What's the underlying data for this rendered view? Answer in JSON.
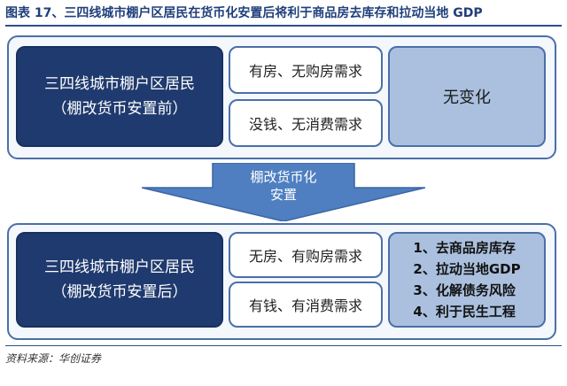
{
  "title": "图表 17、三四线城市棚户区居民在货币化安置后将利于商品房去库存和拉动当地 GDP",
  "before": {
    "subject_line1": "三四线城市棚户区居民",
    "subject_line2": "（棚改货币安置前）",
    "condition1": "有房、无购房需求",
    "condition2": "没钱、无消费需求",
    "effect": "无变化"
  },
  "arrow": {
    "line1": "棚改货币化",
    "line2": "安置"
  },
  "after": {
    "subject_line1": "三四线城市棚户区居民",
    "subject_line2": "（棚改货币安置后）",
    "condition1": "无房、有购房需求",
    "condition2": "有钱、有消费需求",
    "effects": [
      "1、去商品房库存",
      "2、拉动当地GDP",
      "3、化解债务风险",
      "4、利于民生工程"
    ]
  },
  "source": "资料来源：华创证券",
  "colors": {
    "dark_box": "#1f3a6e",
    "light_box": "#aac0de",
    "border": "#4a6fa8",
    "arrow": "#4f7fc0"
  }
}
